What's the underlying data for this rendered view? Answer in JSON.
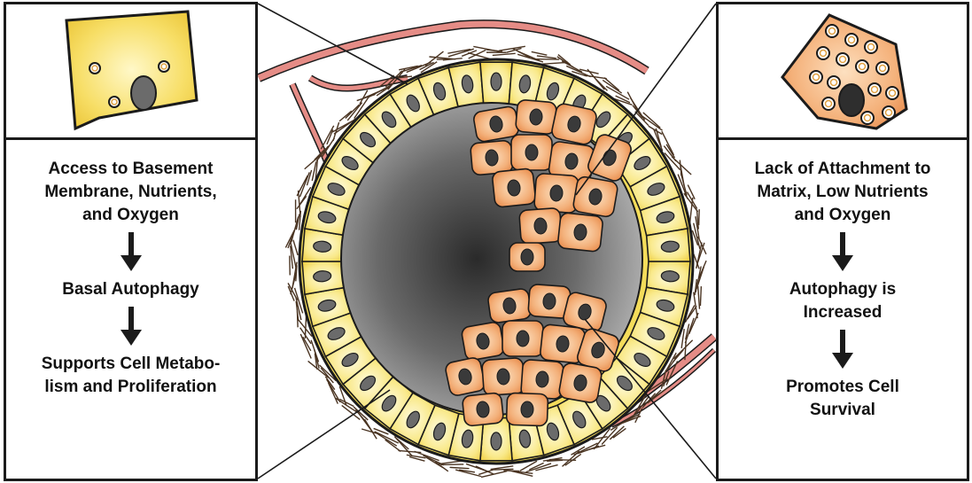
{
  "left_panel": {
    "steps": [
      {
        "lines": [
          "Access to Basement",
          "Membrane, Nutrients,",
          "and Oxygen"
        ]
      },
      {
        "lines": [
          "Basal Autophagy"
        ]
      },
      {
        "lines": [
          "Supports Cell Metabo-",
          "lism and Proliferation"
        ]
      }
    ]
  },
  "right_panel": {
    "steps": [
      {
        "lines": [
          "Lack of Attachment to",
          "Matrix, Low Nutrients",
          "and Oxygen"
        ]
      },
      {
        "lines": [
          "Autophagy is",
          "Increased"
        ]
      },
      {
        "lines": [
          "Promotes Cell",
          "Survival"
        ]
      }
    ]
  },
  "colors": {
    "outer_cell": "#f4dc5a",
    "inner_cell": "#ec9850",
    "vessel": "#e07a78",
    "lumen": "#5d5d5d",
    "nucleus": "#6b6b6b",
    "outline": "#1b1b1b"
  }
}
